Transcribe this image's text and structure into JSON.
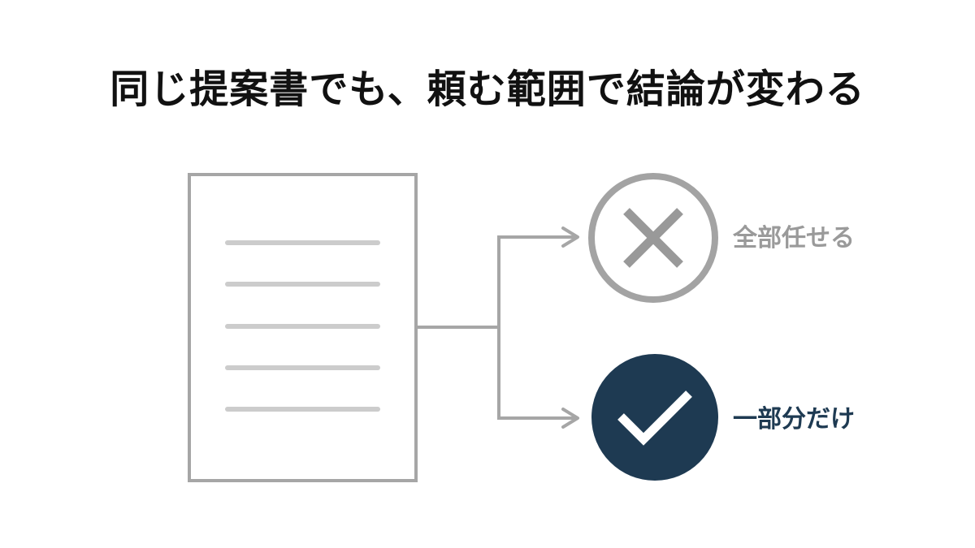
{
  "title": "同じ提案書でも、頼む範囲で結論が変わる",
  "options": {
    "reject": {
      "label": "全部任せる",
      "icon": "cross-icon",
      "color": "#9a9a9a"
    },
    "accept": {
      "label": "一部分だけ",
      "icon": "check-icon",
      "color": "#1e3a52"
    }
  },
  "document_icon": "document-icon"
}
